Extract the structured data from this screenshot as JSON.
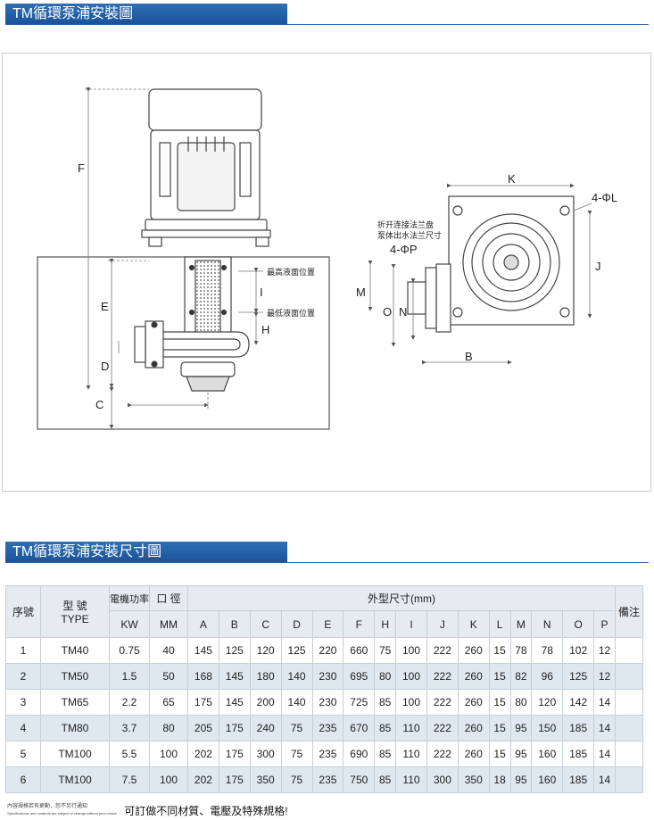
{
  "section1": {
    "title": "TM循環泵浦安裝圖"
  },
  "section2": {
    "title": "TM循環泵浦安裝尺寸圖"
  },
  "drawing": {
    "labels": {
      "F": "F",
      "E": "E",
      "D": "D",
      "C": "C",
      "I": "I",
      "H": "H",
      "K": "K",
      "J": "J",
      "B": "B",
      "M": "M",
      "O": "O",
      "N": "N",
      "phiL": "4-ΦL",
      "phiP": "4-ΦP",
      "max_level": "最高液面位置",
      "min_level": "最低液面位置",
      "flange_note_1": "折开连接法兰盘",
      "flange_note_2": "泵体出水法兰尺寸"
    }
  },
  "table": {
    "header": {
      "seq": "序號",
      "model": "型  號",
      "model_en": "TYPE",
      "power": "電機功率",
      "power_unit": "KW",
      "bore": "口 徑",
      "bore_unit": "MM",
      "dims": "外型尺寸(mm)",
      "note": "備注",
      "cols": [
        "A",
        "B",
        "C",
        "D",
        "E",
        "F",
        "H",
        "I",
        "J",
        "K",
        "L",
        "M",
        "N",
        "O",
        "P"
      ]
    },
    "rows": [
      {
        "seq": "1",
        "model": "TM40",
        "kw": "0.75",
        "mm": "40",
        "v": [
          "145",
          "125",
          "120",
          "125",
          "220",
          "660",
          "75",
          "100",
          "222",
          "260",
          "15",
          "78",
          "78",
          "102",
          "12"
        ]
      },
      {
        "seq": "2",
        "model": "TM50",
        "kw": "1.5",
        "mm": "50",
        "v": [
          "168",
          "145",
          "180",
          "140",
          "230",
          "695",
          "80",
          "100",
          "222",
          "260",
          "15",
          "82",
          "96",
          "125",
          "12"
        ]
      },
      {
        "seq": "3",
        "model": "TM65",
        "kw": "2.2",
        "mm": "65",
        "v": [
          "175",
          "145",
          "200",
          "140",
          "230",
          "725",
          "85",
          "100",
          "222",
          "260",
          "15",
          "80",
          "120",
          "142",
          "14"
        ]
      },
      {
        "seq": "4",
        "model": "TM80",
        "kw": "3.7",
        "mm": "80",
        "v": [
          "205",
          "175",
          "240",
          "75",
          "235",
          "670",
          "85",
          "110",
          "222",
          "260",
          "15",
          "95",
          "150",
          "185",
          "14"
        ]
      },
      {
        "seq": "5",
        "model": "TM100",
        "kw": "5.5",
        "mm": "100",
        "v": [
          "202",
          "175",
          "300",
          "75",
          "235",
          "690",
          "85",
          "110",
          "222",
          "260",
          "15",
          "95",
          "160",
          "185",
          "14"
        ]
      },
      {
        "seq": "6",
        "model": "TM100",
        "kw": "7.5",
        "mm": "100",
        "v": [
          "202",
          "175",
          "350",
          "75",
          "235",
          "750",
          "85",
          "110",
          "300",
          "350",
          "18",
          "95",
          "160",
          "185",
          "14"
        ]
      }
    ]
  },
  "footer": {
    "small_1": "內容規格若有更動，恕不另行通知",
    "small_2": "Specifications and contents are subject to change without prior notice",
    "big": "可訂做不同材質、電壓及特殊規格!"
  }
}
